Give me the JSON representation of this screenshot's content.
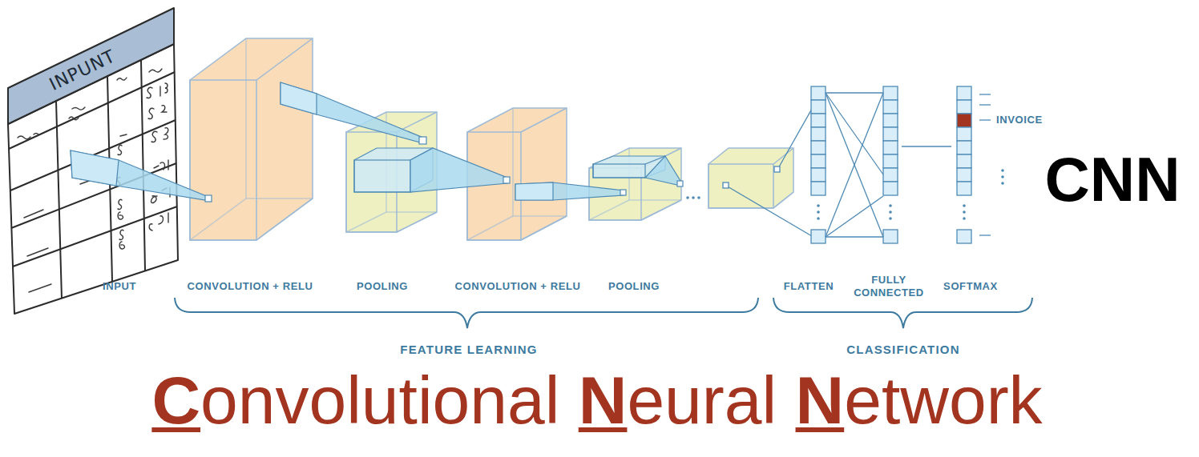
{
  "diagram": {
    "caption": "Convolutional Neural Network",
    "labels": [
      "INPUNT",
      "INPUT",
      "CONVOLUTION + RELU",
      "POOLING",
      "CONVOLUTION + RELU",
      "POOLING",
      "FLATTEN",
      "FULLY CONNECTED",
      "SOFTMAX",
      "FEATURE LEARNING",
      "CLASSIFICATION",
      "INVOICE",
      "CNN"
    ]
  }
}
